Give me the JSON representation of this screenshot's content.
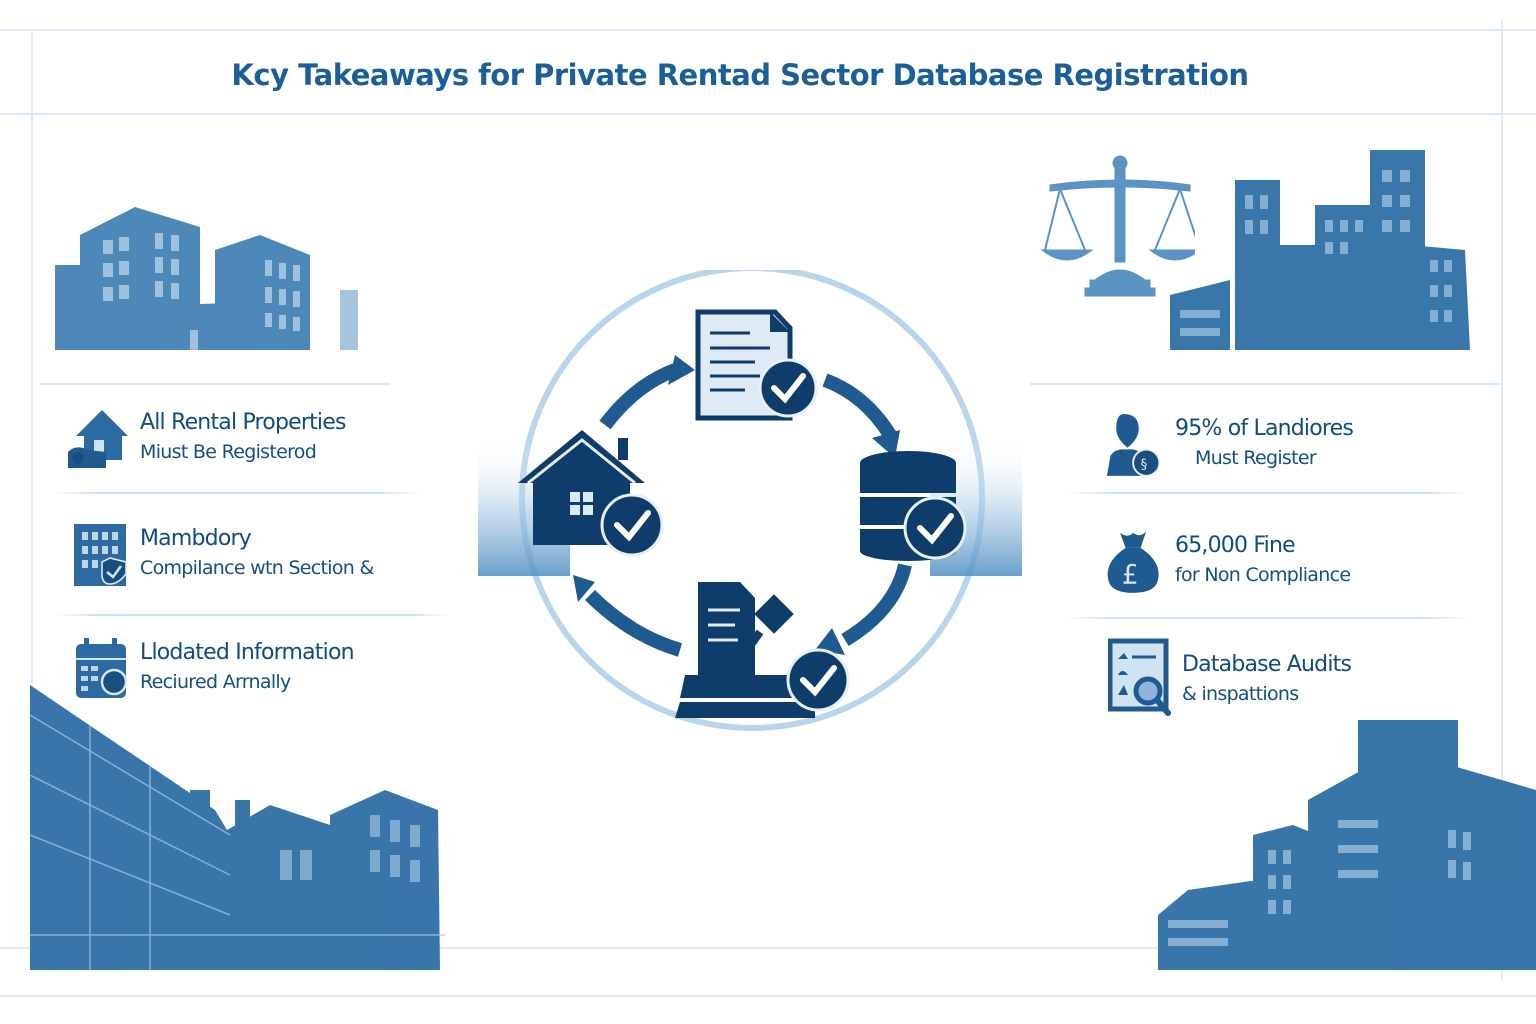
{
  "title": "Kcy Takeaways for Private Rentad Sector Database Registration",
  "colors": {
    "primary": "#0d3f6e",
    "accent": "#1a5f9a",
    "light": "#c6ddef",
    "line": "#d8e8f4",
    "illustration": "#3d7db3"
  },
  "left_items": [
    {
      "icon": "house-key-icon",
      "line1": "All Rental Properties",
      "line2": "Miust Be Registerod"
    },
    {
      "icon": "building-shield-icon",
      "line1": "Mambdory",
      "line2": "Compilance wtn Section &"
    },
    {
      "icon": "calendar-clock-icon",
      "line1": "Llodated Information",
      "line2": "Reciured Arrnally"
    }
  ],
  "right_items": [
    {
      "icon": "landlord-person-icon",
      "line1": "95% of Landiores",
      "line2": "Must Register"
    },
    {
      "icon": "money-bag-pound-icon",
      "line1": "65,000 Fine",
      "line2": "for Non Compliance"
    },
    {
      "icon": "audit-checklist-magnifier-icon",
      "line1": "Database Audits",
      "line2": "& inspattions"
    }
  ],
  "cycle": {
    "steps": [
      {
        "icon": "document-check-icon",
        "position": "top"
      },
      {
        "icon": "database-check-icon",
        "position": "right"
      },
      {
        "icon": "legal-documents-gavel-check-icon",
        "position": "bottom"
      },
      {
        "icon": "house-check-icon",
        "position": "left"
      }
    ],
    "direction": "clockwise"
  },
  "illustrations": [
    {
      "name": "buildings-top-left",
      "icon": "apartment-buildings-illustration"
    },
    {
      "name": "scales-of-justice",
      "icon": "scales-of-justice-icon"
    },
    {
      "name": "buildings-top-right",
      "icon": "office-buildings-illustration"
    },
    {
      "name": "buildings-bottom-left",
      "icon": "building-perspective-illustration"
    },
    {
      "name": "buildings-bottom-right",
      "icon": "office-complex-illustration"
    }
  ]
}
